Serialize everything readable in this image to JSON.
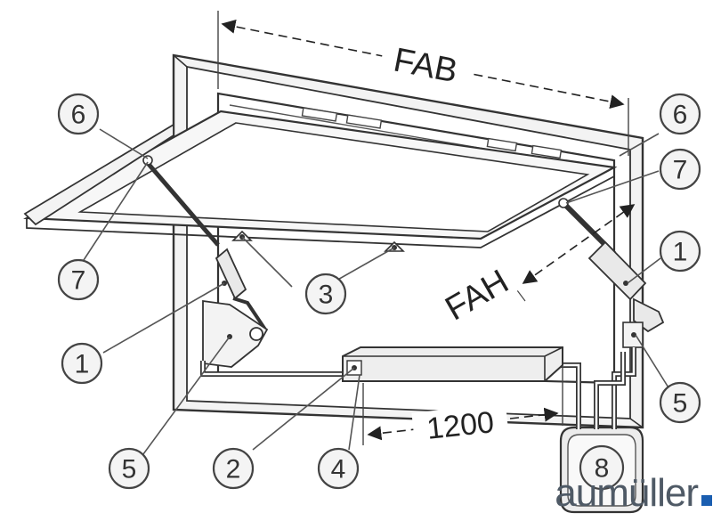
{
  "dimensions": {
    "width_label": "FAB",
    "height_label": "FAH",
    "length_label": "1200"
  },
  "callouts": [
    {
      "id": "6-left",
      "num": "6"
    },
    {
      "id": "7-left",
      "num": "7"
    },
    {
      "id": "1-left",
      "num": "1"
    },
    {
      "id": "5-left",
      "num": "5"
    },
    {
      "id": "2",
      "num": "2"
    },
    {
      "id": "3",
      "num": "3"
    },
    {
      "id": "4",
      "num": "4"
    },
    {
      "id": "6-right",
      "num": "6"
    },
    {
      "id": "7-right",
      "num": "7"
    },
    {
      "id": "1-right",
      "num": "1"
    },
    {
      "id": "5-right",
      "num": "5"
    },
    {
      "id": "8",
      "num": "8"
    }
  ],
  "brand": {
    "text": "aumüller"
  },
  "colors": {
    "line": "#333333",
    "frame_fill": "#e9e9e9",
    "brand_text": "#4f5a66",
    "brand_square": "#1a5eb0"
  }
}
